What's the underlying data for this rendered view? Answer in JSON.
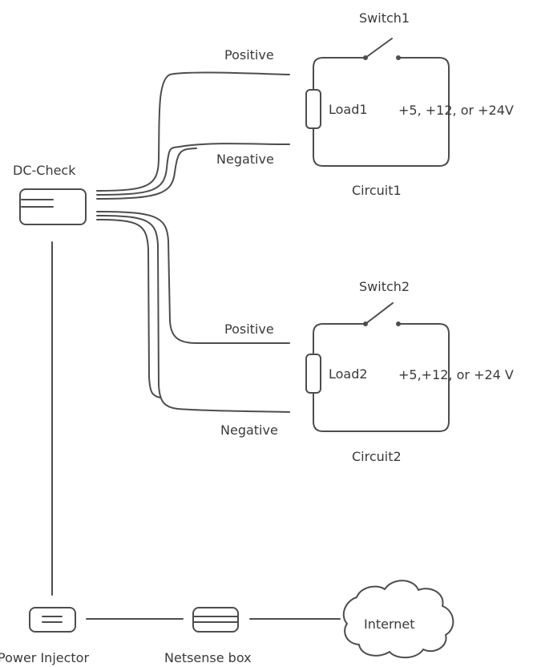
{
  "dc_check": {
    "label": "DC-Check"
  },
  "circuit1": {
    "switch_label": "Switch1",
    "load_label": "Load1",
    "voltage_label": "+5, +12, or +24V",
    "positive_label": "Positive",
    "negative_label": "Negative",
    "circuit_label": "Circuit1"
  },
  "circuit2": {
    "switch_label": "Switch2",
    "load_label": "Load2",
    "voltage_label": "+5,+12, or +24 V",
    "positive_label": "Positive",
    "negative_label": "Negative",
    "circuit_label": "Circuit2"
  },
  "power_injector": {
    "label": "Power Injector"
  },
  "netsense_box": {
    "label": "Netsense box"
  },
  "internet": {
    "label": "Internet"
  }
}
